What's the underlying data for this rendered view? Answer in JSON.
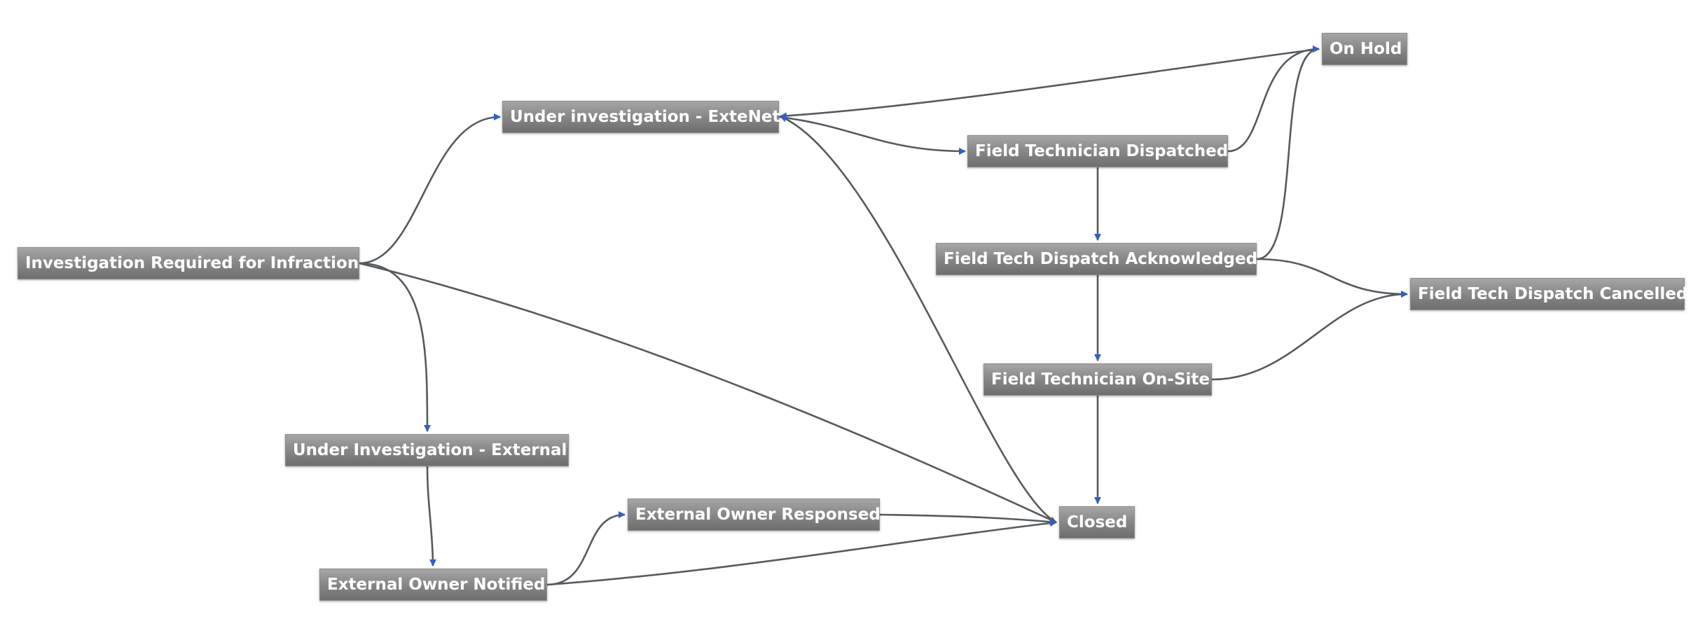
{
  "colors": {
    "node_top": "#a6a6a6",
    "node_bottom": "#6e6e6e",
    "node_text": "#ffffff",
    "edge": "#555a60",
    "arrowhead": "#2f5fc7"
  },
  "nodes": [
    {
      "id": "investigation_required",
      "label": "Investigation Required for Infraction"
    },
    {
      "id": "under_investigation_extenet",
      "label": "Under investigation - ExteNet"
    },
    {
      "id": "under_investigation_external",
      "label": "Under Investigation - External"
    },
    {
      "id": "external_owner_notified",
      "label": "External Owner Notified"
    },
    {
      "id": "external_owner_responsed",
      "label": "External Owner Responsed"
    },
    {
      "id": "closed",
      "label": "Closed"
    },
    {
      "id": "field_technician_dispatched",
      "label": "Field Technician Dispatched"
    },
    {
      "id": "field_tech_dispatch_acknowledged",
      "label": "Field Tech Dispatch Acknowledged"
    },
    {
      "id": "field_technician_on_site",
      "label": "Field Technician On-Site"
    },
    {
      "id": "on_hold",
      "label": "On Hold"
    },
    {
      "id": "field_tech_dispatch_cancelled",
      "label": "Field Tech Dispatch Cancelled"
    }
  ],
  "edges": [
    {
      "from": "investigation_required",
      "to": "under_investigation_extenet"
    },
    {
      "from": "investigation_required",
      "to": "under_investigation_external"
    },
    {
      "from": "investigation_required",
      "to": "closed"
    },
    {
      "from": "under_investigation_external",
      "to": "external_owner_notified"
    },
    {
      "from": "external_owner_notified",
      "to": "external_owner_responsed"
    },
    {
      "from": "external_owner_notified",
      "to": "closed"
    },
    {
      "from": "external_owner_responsed",
      "to": "closed"
    },
    {
      "from": "closed",
      "to": "under_investigation_extenet"
    },
    {
      "from": "under_investigation_extenet",
      "to": "field_technician_dispatched"
    },
    {
      "from": "on_hold",
      "to": "under_investigation_extenet"
    },
    {
      "from": "field_technician_dispatched",
      "to": "on_hold"
    },
    {
      "from": "field_tech_dispatch_acknowledged",
      "to": "on_hold"
    },
    {
      "from": "field_technician_dispatched",
      "to": "field_tech_dispatch_acknowledged"
    },
    {
      "from": "field_tech_dispatch_acknowledged",
      "to": "field_technician_on_site"
    },
    {
      "from": "field_tech_dispatch_acknowledged",
      "to": "field_tech_dispatch_cancelled"
    },
    {
      "from": "field_technician_on_site",
      "to": "field_tech_dispatch_cancelled"
    },
    {
      "from": "field_technician_on_site",
      "to": "closed"
    }
  ]
}
